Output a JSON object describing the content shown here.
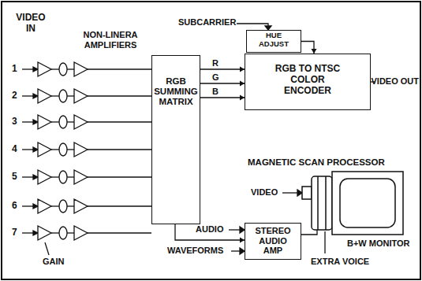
{
  "diagram": {
    "nodes": [
      {
        "text": [
          "HUE ADJUST"
        ]
      },
      {
        "text": [
          "RGB SUMMING MATRIX"
        ]
      },
      {
        "text": [
          "RGB TO NTSC COLOR ENCODER"
        ]
      },
      {
        "text": [
          "STEREO AUDIO AMP"
        ]
      }
    ],
    "edges": [
      {
        "from": 0,
        "to": 2,
        "arrow": "to"
      },
      {
        "from": 1,
        "to": 2,
        "label": "R",
        "arrow": "to"
      },
      {
        "from": 1,
        "to": 2,
        "label": "G",
        "arrow": "to"
      },
      {
        "from": 1,
        "to": 2,
        "label": "B",
        "arrow": "to"
      },
      {
        "from": 1,
        "to": 3,
        "arrow": "to"
      }
    ],
    "labels": [
      "VIDEO IN",
      "NON-LINERA AMPLIFIERS",
      "1",
      "2",
      "3",
      "4",
      "5",
      "6",
      "7",
      "GAIN",
      "SUBCARRIER",
      "VIDEO OUT",
      "MAGNETIC SCAN PROCESSOR",
      "VIDEO",
      "AUDIO",
      "WAVEFORMS",
      "B+W MONITOR",
      "EXTRA VOICE"
    ]
  }
}
